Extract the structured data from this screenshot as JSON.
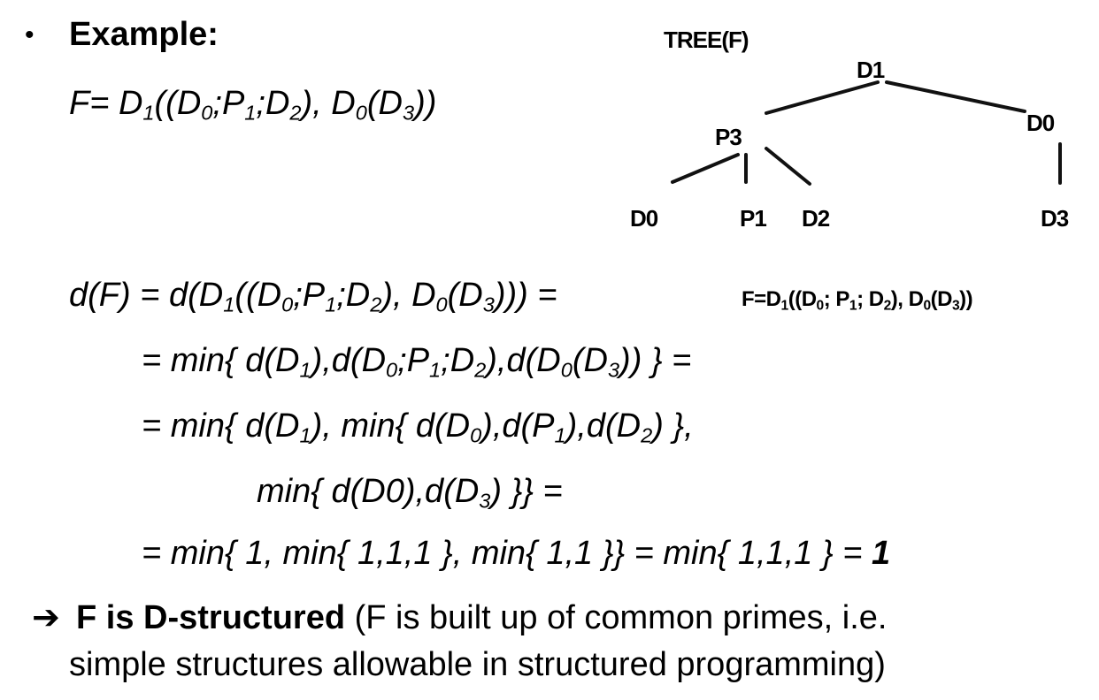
{
  "bullet": "•",
  "example_title": "Example:",
  "formula_main": {
    "html": "F= D<sub>1</sub>((D<sub>0</sub>;P<sub>1</sub>;D<sub>2</sub>), D<sub>0</sub>(D<sub>3</sub>))"
  },
  "tree": {
    "title": "TREE(F)",
    "nodes": {
      "root": "D1",
      "p3": "P3",
      "d0_right": "D0",
      "d0_left": "D0",
      "p1": "P1",
      "d2": "D2",
      "d3": "D3"
    }
  },
  "small_formula": {
    "html": "F=D<sub>1</sub>((D<sub>0</sub>; P<sub>1</sub>; D<sub>2</sub>), D<sub>0</sub>(D<sub>3</sub>))"
  },
  "derivation": {
    "line1": {
      "html": "d(F) = d(D<sub>1</sub>((D<sub>0</sub>;P<sub>1</sub>;D<sub>2</sub>), D<sub>0</sub>(D<sub>3</sub>))) ="
    },
    "line2": {
      "html": "= min{ d(D<sub>1</sub>),d(D<sub>0</sub>;P<sub>1</sub>;D<sub>2</sub>),d(D<sub>0</sub>(D<sub>3</sub>)) } ="
    },
    "line3": {
      "html": "= min{ d(D<sub>1</sub>), min{ d(D<sub>0</sub>),d(P<sub>1</sub>),d(D<sub>2</sub>) },"
    },
    "line4": {
      "html": "min{ d(D0),d(D<sub>3</sub>) }} ="
    },
    "line5": {
      "html": "= min{ 1, min{ 1,1,1 }, min{ 1,1 }} = min{ 1,1,1 } = <b>1</b>"
    }
  },
  "conclusion": {
    "arrow": "➔",
    "bold_text": "F is D-structured",
    "rest_line1": " (F is built up of common primes, i.e.",
    "line2": "simple structures allowable in structured programming)"
  }
}
